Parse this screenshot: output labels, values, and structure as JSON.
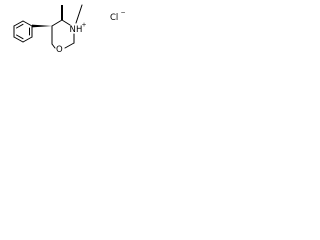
{
  "molecule": {
    "atoms": {
      "nitrogen": "N",
      "hydrogen": "H",
      "positive_charge": "+",
      "oxygen": "O"
    },
    "counterion": {
      "element": "Cl",
      "charge": "−"
    }
  }
}
